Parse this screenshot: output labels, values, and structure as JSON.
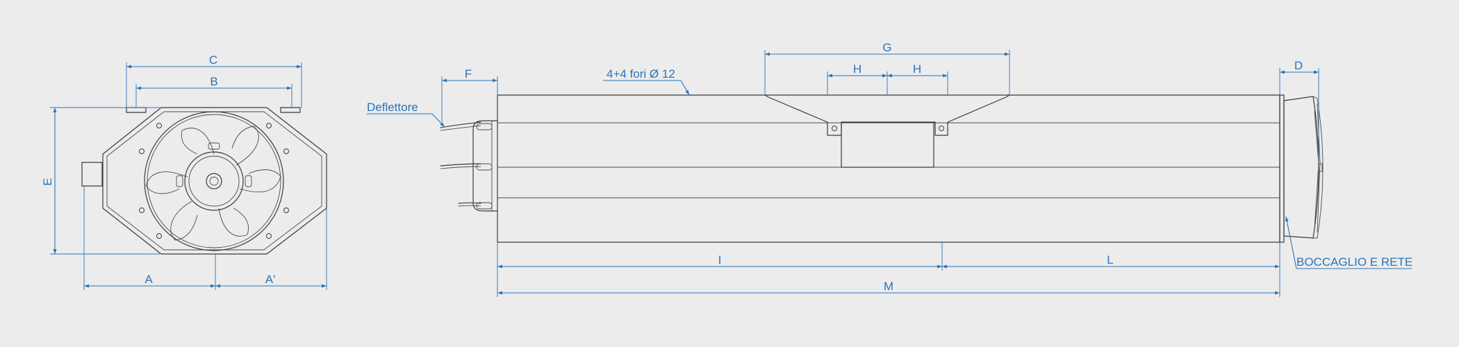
{
  "dimensions": {
    "front": {
      "A": "A",
      "A_prime": "A'",
      "B": "B",
      "C": "C",
      "E": "E"
    },
    "side": {
      "F": "F",
      "G": "G",
      "H": "H",
      "I": "I",
      "L": "L",
      "M": "M",
      "D": "D"
    }
  },
  "annotations": {
    "holes": "4+4 fori Ø 12",
    "deflector": "Deflettore",
    "nozzle": "BOCCAGLIO E RETE"
  },
  "colors": {
    "background": "#ececec",
    "linework": "#3a3a3a",
    "dimension": "#2b73b8"
  }
}
